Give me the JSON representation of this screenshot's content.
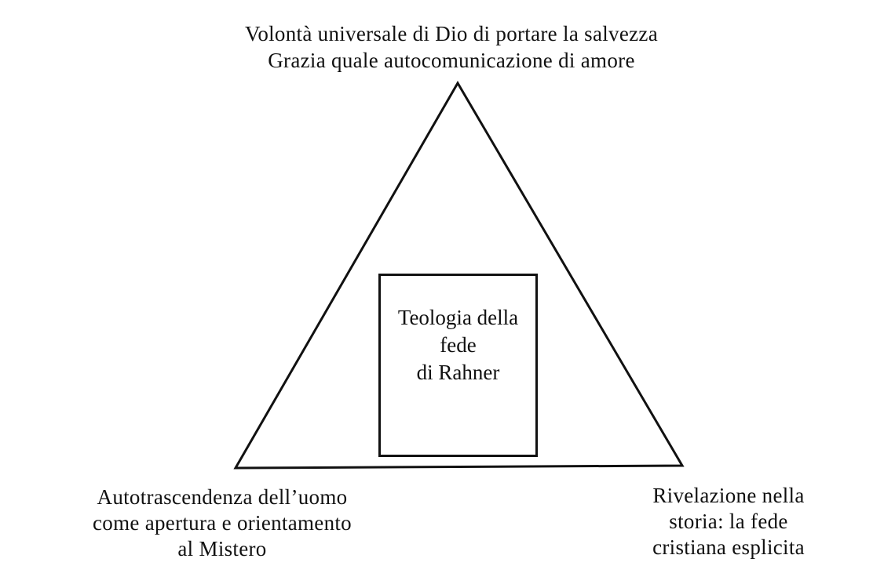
{
  "diagram": {
    "type": "triangle-concept-diagram",
    "colors": {
      "background": "#ffffff",
      "line": "#111111",
      "text": "#111111"
    },
    "top_label": {
      "lines": [
        "Volontà universale di Dio di portare la salvezza",
        "Grazia quale autocomunicazione di amore"
      ]
    },
    "center_box": {
      "lines": [
        "Teologia della",
        "fede",
        "di Rahner"
      ]
    },
    "bottom_left_label": {
      "lines": [
        "Autotrascendenza dell’uomo",
        "come apertura e orientamento",
        "al Mistero"
      ]
    },
    "bottom_right_label": {
      "lines": [
        "Rivelazione nella",
        "storia: la fede",
        "cristiana esplicita"
      ]
    }
  }
}
